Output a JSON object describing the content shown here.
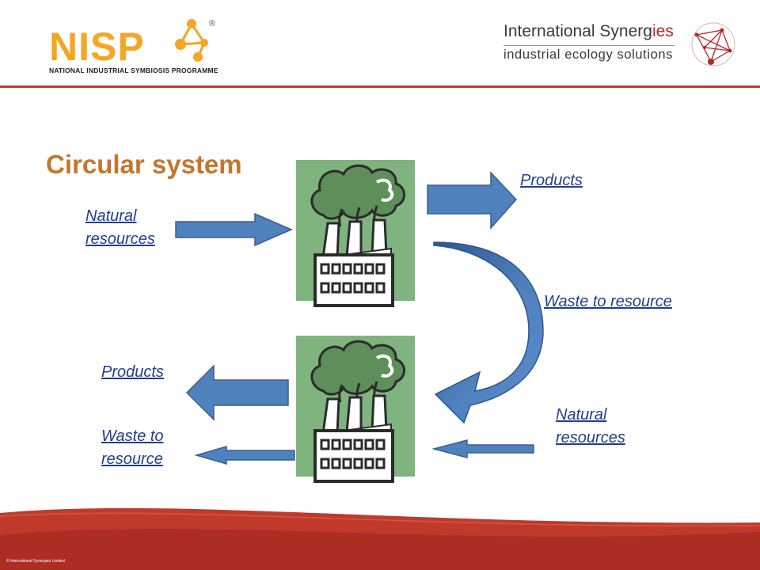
{
  "header": {
    "nisp_logo": {
      "word": "NISP",
      "registered": "®",
      "subtitle": "NATIONAL INDUSTRIAL SYMBIOSIS PROGRAMME"
    },
    "is_logo": {
      "line1_main": "International Synerg",
      "line1_accent": "ies",
      "line2": "industrial ecology solutions"
    }
  },
  "slide": {
    "title": "Circular system",
    "labels": {
      "natural_resources_top": [
        "Natural",
        "resources"
      ],
      "products_top": "Products",
      "waste_to_resource_right": "Waste to resource",
      "products_bottom": "Products",
      "waste_to_resource_bottom": [
        "Waste to ",
        "resource"
      ],
      "natural_resources_bottom": [
        "Natural",
        "resources"
      ]
    }
  },
  "footer": {
    "copyright": "© International Synergies Limited"
  },
  "colors": {
    "title": "#c6762a",
    "arrow_fill": "#4f81bd",
    "arrow_stroke": "#3a5f8f",
    "factory_bg": "#7fb47f",
    "smoke": "#5e8f5a",
    "footer_red": "#c0392b",
    "link_text": "#1f3f8f"
  }
}
